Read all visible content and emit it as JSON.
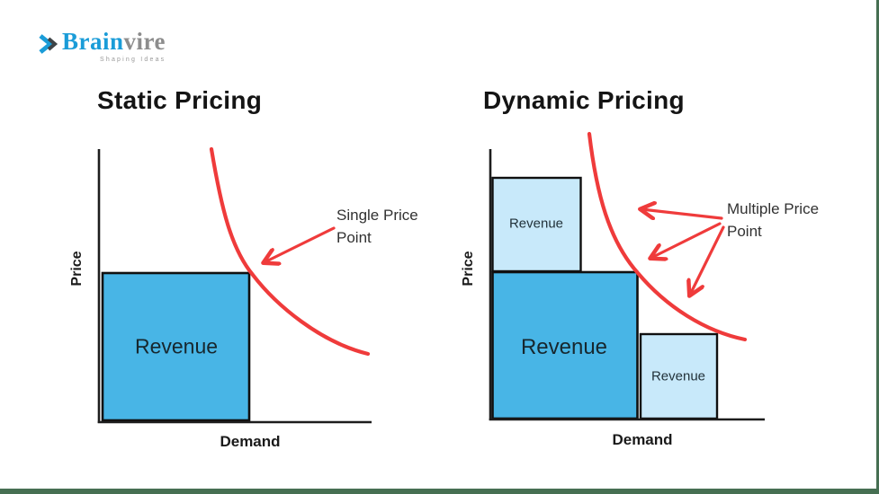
{
  "logo": {
    "brand_primary": "Brain",
    "brand_secondary": "vire",
    "tagline": "Shaping Ideas"
  },
  "left_chart": {
    "title": "Static Pricing",
    "y_label": "Price",
    "x_label": "Demand",
    "revenue_label": "Revenue",
    "annotation_line1": "Single Price",
    "annotation_line2": "Point"
  },
  "right_chart": {
    "title": "Dynamic Pricing",
    "y_label": "Price",
    "x_label": "Demand",
    "revenue_top_label": "Revenue",
    "revenue_main_label": "Revenue",
    "revenue_bottom_label": "Revenue",
    "annotation_line1": "Multiple Price",
    "annotation_line2": "Point"
  },
  "colors": {
    "revenue_dark_blue": "#48b5e6",
    "revenue_light_blue": "#c8e9fa",
    "curve_red": "#ef3b3b",
    "axis_black": "#1a1a1a",
    "frame_green": "#466f52",
    "logo_blue": "#1a9cd8",
    "logo_gray": "#8d8d8d"
  }
}
